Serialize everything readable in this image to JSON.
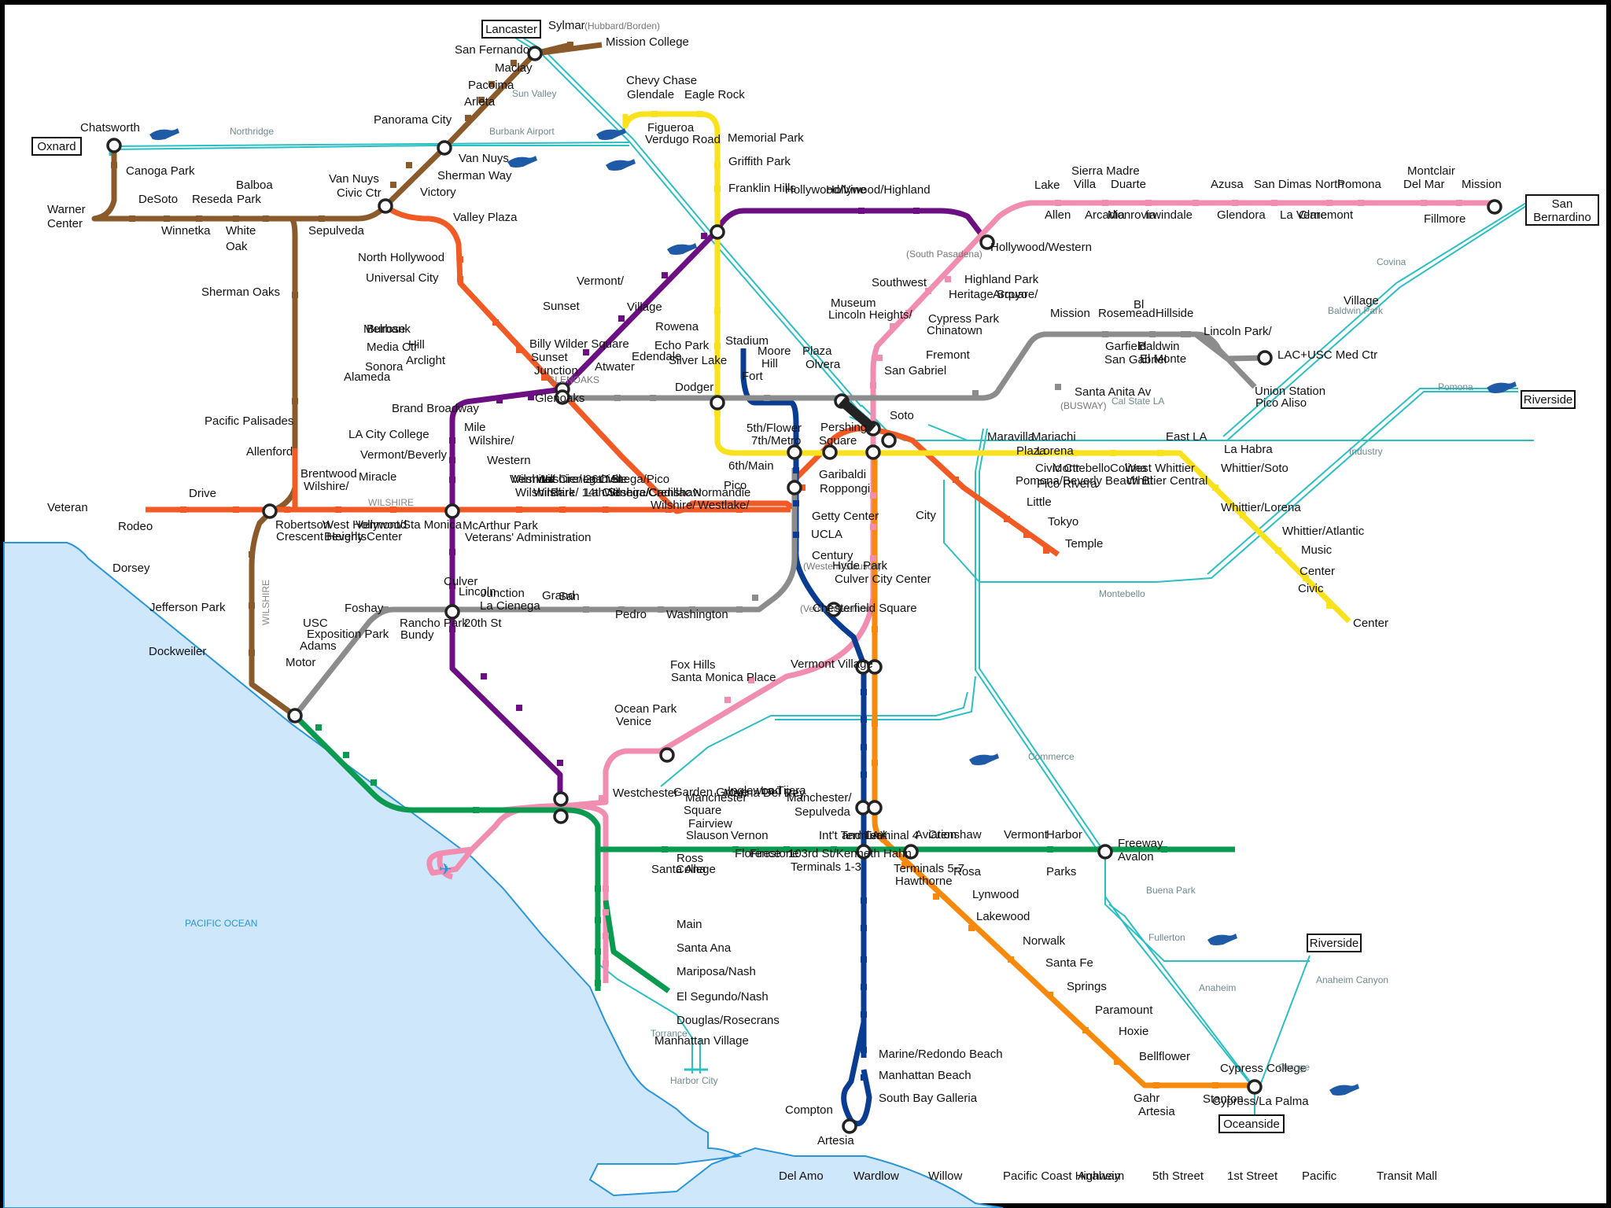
{
  "colors": {
    "background": "#ffffff",
    "ocean": "#cfe7fb",
    "coast": "#2a95d8",
    "frame": "#000000",
    "b_line": "#0a3d91",
    "red": "#f15a24",
    "purple": "#6c0f82",
    "gold": "#f9e11b",
    "brown": "#8b5a2b",
    "pink": "#f08db0",
    "green": "#0a9a50",
    "orange": "#f7890c",
    "gray": "#8c8c8c",
    "commuter": "#2bbfc3"
  },
  "ocean_label": "PACIFIC OCEAN",
  "boxed_terminals": [
    "Lancaster",
    "Oxnard",
    "San Bernardino",
    "Riverside",
    "Riverside",
    "Oceanside"
  ],
  "corridor_labels": [
    "WILSHIRE",
    "WILSHIRE"
  ],
  "commuter_labels": [
    "Sun Valley",
    "Northridge",
    "Burbank Airport",
    "Covina",
    "Baldwin Park",
    "Cal State LA",
    "Pomona",
    "Industry",
    "Montebello",
    "Commerce",
    "Buena Park",
    "Fullerton",
    "Anaheim",
    "Anaheim Canyon",
    "Orange",
    "Torrance",
    "Harbor City"
  ],
  "amtrak_icons": [
    "Chatsworth",
    "Burbank Airport",
    "Van Nuys",
    "Burbank",
    "Glendale",
    "Pomona",
    "Commerce",
    "Fullerton",
    "Santa Ana"
  ],
  "station_labels": [
    "Sylmar",
    "(Hubbard/Borden)",
    "Mission College",
    "San Fernando",
    "Maclay",
    "Pacoima",
    "Arleta",
    "Panorama City",
    "Van Nuys",
    "Sherman Way",
    "Victory",
    "Van Nuys",
    "Civic Ctr",
    "Chatsworth",
    "Canoga Park",
    "Warner",
    "Center",
    "DeSoto",
    "Reseda",
    "Balboa",
    "Park",
    "Winnetka",
    "White",
    "Oak",
    "Sepulveda",
    "Valley Plaza",
    "North Hollywood",
    "Universal City",
    "Sherman Oaks",
    "Burbank",
    "Media Ctr",
    "Sonora",
    "Alameda",
    "GLENOAKS",
    "Glenoaks",
    "Brand Broadway",
    "Chevy Chase",
    "Glendale",
    "Eagle Rock",
    "Figueroa",
    "Verdugo Road",
    "Memorial Park",
    "Griffith Park",
    "Franklin Hills",
    "Hollywood/Highland",
    "Hollywood/Vine",
    "Hollywood/Western",
    "Vermont/",
    "Sunset",
    "Melrose",
    "Hill",
    "Arclight",
    "Billy Wilder Square",
    "Sunset",
    "Junction",
    "Atwater",
    "Village",
    "Rowena",
    "Edendale",
    "Echo Park",
    "Silver Lake",
    "Dodger",
    "Stadium",
    "Fort",
    "Moore",
    "Hill",
    "Plaza",
    "Olvera",
    "Lake",
    "Allen",
    "Sierra Madre",
    "Villa",
    "Arcadia",
    "Monrovia",
    "Duarte",
    "Irwindale",
    "Azusa",
    "Glendora",
    "San Dimas",
    "La Verne",
    "North",
    "Pomona",
    "Claremont",
    "Montclair",
    "Del Mar",
    "Fillmore",
    "Mission",
    "(South Pasadena)",
    "Highland Park",
    "Heritage Square/",
    "Arroyo",
    "Southwest",
    "Museum",
    "Lincoln Heights/",
    "Cypress Park",
    "Chinatown",
    "Fremont",
    "San Gabriel",
    "Mission",
    "Rosemead",
    "Hillside",
    "Village",
    "Garfield",
    "San Gabriel",
    "Bl",
    "Baldwin",
    "El Monte",
    "Lincoln Park/",
    "LAC+USC Med Ctr",
    "Santa Anita Av",
    "(BUSWAY)",
    "Union Station",
    "Pico Aliso",
    "Soto",
    "Maravilla",
    "Mariachi",
    "Plaza",
    "Lorena",
    "East LA",
    "Civic Ctr",
    "Pomona/Beverly",
    "Montebello",
    "Pico Rivera",
    "West Whittier",
    "Whittier Central",
    "Colima",
    "Beach Bl",
    "La Habra",
    "Whittier/Soto",
    "Whittier/Lorena",
    "Whittier/Atlantic",
    "Music",
    "Center",
    "Civic",
    "Center",
    "Little",
    "Tokyo",
    "Temple",
    "5th/Flower",
    "7th/Metro",
    "Pershing",
    "Square",
    "6th/Main",
    "Pico",
    "Garibaldi",
    "Roppongi",
    "Getty Center",
    "UCLA",
    "Century",
    "City",
    "Pacific Palisades",
    "Allenford",
    "Brentwood",
    "Wilshire/",
    "Veteran",
    "Rodeo",
    "Drive",
    "Robertson",
    "Crescent Heights",
    "West Hollywood",
    "Beverly Center",
    "Vermont/Sta Monica",
    "LA City College",
    "Vermont/Beverly",
    "Miracle",
    "Mile",
    "Wilshire/",
    "Western",
    "Wilshire/",
    "Vermont",
    "Wilshire/",
    "La Cienega",
    "Park",
    "Mile",
    "Wilshire/",
    "Crenshaw",
    "Wilshire/",
    "Normandie",
    "Westlake/",
    "McArthur Park",
    "Veterans' Administration",
    "Wilshire/ 26th St",
    "Wilshire/ 14th St",
    "La Cienega/Pico",
    "La Cienega/Cadillac",
    "Dorsey",
    "Jefferson Park",
    "Dockweiler",
    "Foshay",
    "USC",
    "Exposition Park",
    "Adams",
    "Motor",
    "Rancho Park",
    "Bundy",
    "20th St",
    "Lincoln",
    "Culver",
    "Junction",
    "La Cienega",
    "Grand",
    "San",
    "Pedro",
    "Washington",
    "Vermont Village",
    "(Vermont/Vernon)",
    "Chesterfield Square",
    "(Western/Slauson)",
    "Hyde Park",
    "Culver City Center",
    "Fox Hills",
    "Santa Monica Place",
    "Ocean Park",
    "Venice",
    "Marina Del Rey",
    "Westchester",
    "Manchester/",
    "Sepulveda",
    "Manchester",
    "Square",
    "Inglewood",
    "La Tijera",
    "Vernon",
    "Slauson",
    "Florence",
    "Firestone",
    "103rd St/Kenneth Hahn",
    "Terminals 1-3",
    "Int't Terminal",
    "and Terminal 4",
    "LAX",
    "Terminals 5-7",
    "Hawthorne",
    "Aviation",
    "Crenshaw",
    "Vermont",
    "Harbor",
    "Freeway",
    "Avalon",
    "Rosa",
    "Parks",
    "Lynwood",
    "Lakewood",
    "Norwalk",
    "Santa Fe",
    "Springs",
    "Paramount",
    "Hoxie",
    "Bellflower",
    "Gahr",
    "Artesia",
    "Cypress/La Palma",
    "Cypress College",
    "Stanton",
    "Garden Grove",
    "Fairview",
    "Santa Ana",
    "College",
    "Ross",
    "Main",
    "Santa Ana",
    "Mariposa/Nash",
    "El Segundo/Nash",
    "Douglas/Rosecrans",
    "Manhattan Village",
    "Marine/Redondo Beach",
    "Manhattan Beach",
    "South Bay Galleria",
    "Compton",
    "Artesia",
    "Del Amo",
    "Wardlow",
    "Willow",
    "Pacific Coast Highway",
    "Anaheim",
    "5th Street",
    "1st Street",
    "Pacific",
    "Transit Mall"
  ]
}
